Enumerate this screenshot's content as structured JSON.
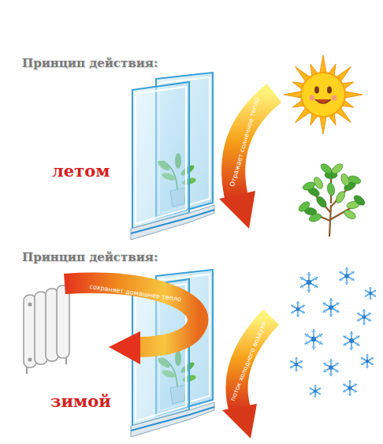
{
  "diagram": {
    "labels": [
      "Принцип действия:",
      "летом",
      "Отражает солнечное тепло",
      "Принцип действия:",
      "сохраняет домашнее тепло",
      "поток холодного воздуха",
      "зимой"
    ]
  }
}
